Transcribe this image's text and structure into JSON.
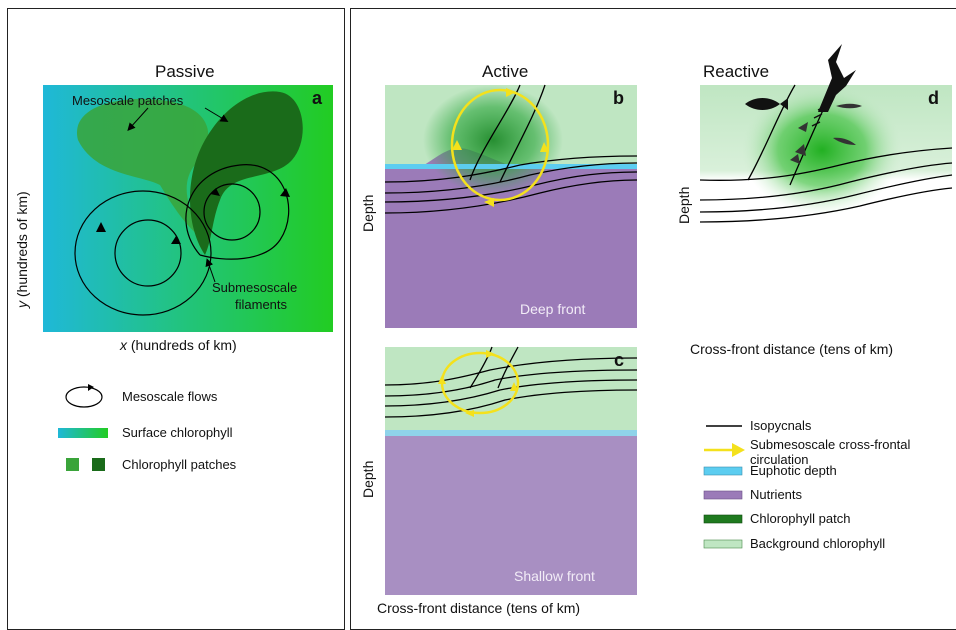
{
  "panel_a": {
    "title": "Passive",
    "letter": "a",
    "label_patches": "Mesoscale patches",
    "label_filaments_1": "Submesoscale",
    "label_filaments_2": "filaments",
    "ylabel_var": "y",
    "ylabel_rest": " (hundreds of km)",
    "xlabel_var": "x",
    "xlabel_rest": " (hundreds of km)"
  },
  "legend_left": {
    "flows": "Mesoscale flows",
    "surface_chl": "Surface chlorophyll",
    "patches": "Chlorophyll patches"
  },
  "panel_b": {
    "title": "Active",
    "letter": "b",
    "ylabel": "Depth",
    "front": "Deep front"
  },
  "panel_c": {
    "letter": "c",
    "ylabel": "Depth",
    "front": "Shallow front",
    "xlabel": "Cross-front distance (tens of km)"
  },
  "panel_d": {
    "title": "Reactive",
    "letter": "d",
    "ylabel": "Depth",
    "xlabel": "Cross-front distance (tens of km)"
  },
  "legend_right": {
    "isopycnals": "Isopycnals",
    "circulation_1": "Submesoscale cross-frontal",
    "circulation_2": "circulation",
    "euphotic": "Euphotic depth",
    "nutrients": "Nutrients",
    "chl_patch": "Chlorophyll patch",
    "background_chl": "Background chlorophyll"
  },
  "colors": {
    "nutrients": "#9b7bb8",
    "background_chl": "#bfe6c2",
    "chl_patch": "#1f7a1f",
    "euphotic": "#5ccdf0",
    "circulation": "#f4e11c",
    "surface_chl_start": "#1fb8d8",
    "surface_chl_end": "#22cc22"
  }
}
